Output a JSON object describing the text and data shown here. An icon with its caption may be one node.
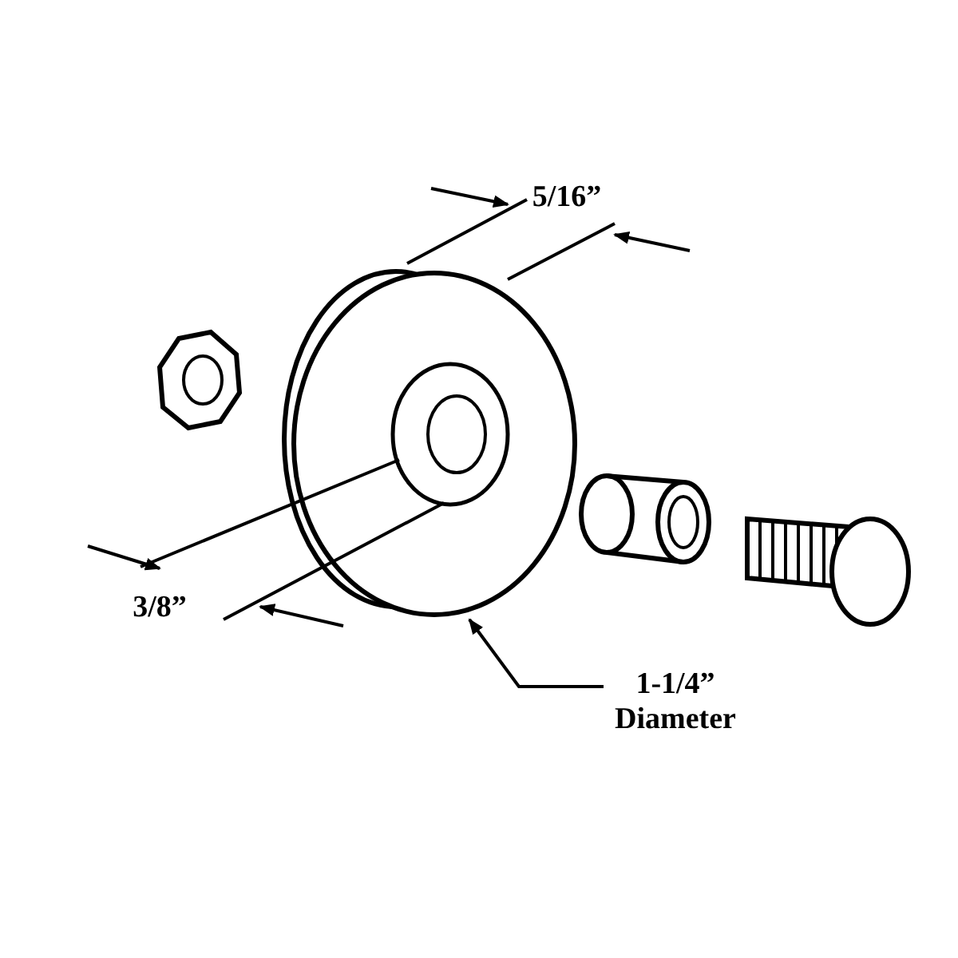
{
  "diagram": {
    "nodes": [
      {
        "text": [
          "1-1/4” Diameter"
        ]
      },
      {
        "text": [],
        "shape": "picture"
      }
    ],
    "edges": [
      {
        "from": 0,
        "to": 1,
        "arrow": "to"
      }
    ],
    "labels": [
      "5/16”",
      "3/8”"
    ]
  }
}
